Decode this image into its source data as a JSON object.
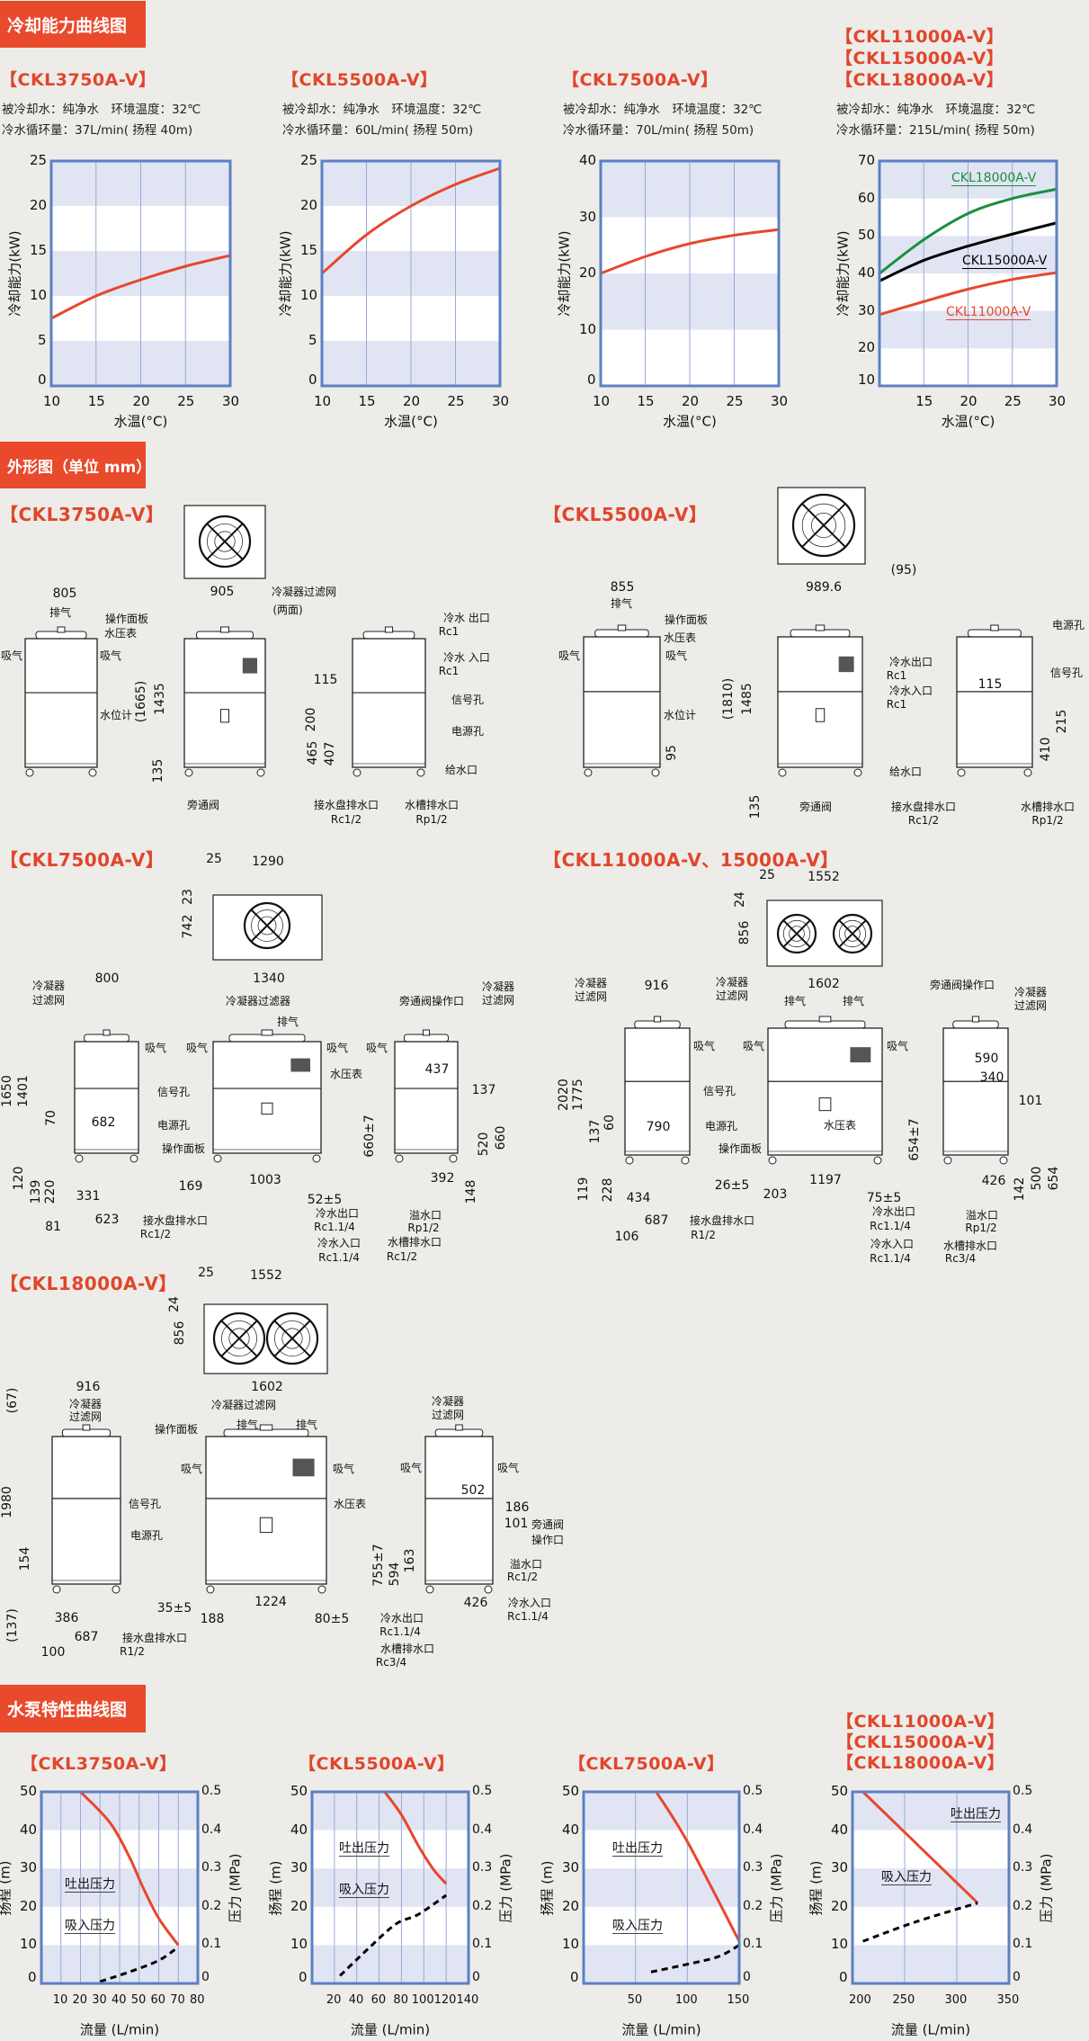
{
  "sections": {
    "cooling": "冷却能力曲线图",
    "outline": "外形图（单位 mm）",
    "pump": "水泵特性曲线图"
  },
  "cooling_specs": [
    [
      "被冷却水：纯净水　环境温度：32℃",
      "冷水循环量：37L/min( 扬程 40m)"
    ],
    [
      "被冷却水：纯净水　环境温度：32℃",
      "冷水循环量：60L/min( 扬程 50m)"
    ],
    [
      "被冷却水：纯净水　环境温度：32℃",
      "冷水循环量：70L/min( 扬程 50m)"
    ],
    [
      "被冷却水：纯净水　环境温度：32℃",
      "冷水循环量：215L/min( 扬程 50m)"
    ]
  ],
  "colors": {
    "accent": "#e84a2b",
    "curve_red": "#e8472d",
    "curve_green": "#1a8f3c",
    "curve_black": "#000000",
    "frame": "#5b80c4",
    "band": "#e1e5f3"
  },
  "drawings": [
    {
      "title": "【CKL3750A-V】",
      "labels": [
        "805",
        "排气",
        "操作面板",
        "水压表",
        "吸气",
        "吸气",
        "水位计",
        "905",
        "冷凝器过滤网",
        "(两面)",
        "(1665)",
        "1435",
        "135",
        "旁通阀",
        "冷水 出口",
        "Rc1",
        "冷水 入口",
        "Rc1",
        "115",
        "信号孔",
        "电源孔",
        "200",
        "465",
        "407",
        "给水口",
        "接水盘排水口",
        "Rc1/2",
        "水槽排水口",
        "Rp1/2"
      ]
    },
    {
      "title": "【CKL5500A-V】",
      "labels": [
        "855",
        "排气",
        "操作面板",
        "水压表",
        "吸气",
        "吸气",
        "水位计",
        "95",
        "989.6",
        "(1810)",
        "1485",
        "135",
        "旁通阀",
        "冷水出口",
        "Rc1",
        "冷水入口",
        "Rc1",
        "115",
        "电源孔",
        "信号孔",
        "215",
        "410",
        "给水口",
        "接水盘排水口",
        "Rc1/2",
        "水槽排水口",
        "Rp1/2",
        "(95)"
      ]
    },
    {
      "title": "【CKL7500A-V】",
      "labels": [
        "25",
        "1290",
        "23",
        "742",
        "冷凝器",
        "过滤网",
        "800",
        "吸气",
        "信号孔",
        "电源孔",
        "682",
        "1650",
        "1401",
        "70",
        "120",
        "139",
        "220",
        "331",
        "623",
        "81",
        "接水盘排水口",
        "Rc1/2",
        "1340",
        "冷凝器过滤器",
        "排气",
        "吸气",
        "吸气",
        "水压表",
        "操作面板",
        "169",
        "1003",
        "52±5",
        "旁通阀操作口",
        "冷凝器",
        "过滤网",
        "吸气",
        "437",
        "137",
        "660±7",
        "520",
        "660",
        "392",
        "148",
        "冷水出口",
        "Rc1.1/4",
        "冷水入口",
        "Rc1.1/4",
        "溢水口",
        "Rp1/2",
        "水槽排水口",
        "Rc1/2"
      ]
    },
    {
      "title": "【CKL11000A-V、15000A-V】",
      "labels": [
        "25",
        "1552",
        "24",
        "856",
        "冷凝器",
        "过滤网",
        "916",
        "吸气",
        "信号孔",
        "电源孔",
        "790",
        "2020",
        "1775",
        "137",
        "60",
        "119",
        "228",
        "434",
        "687",
        "106",
        "接水盘排水口",
        "R1/2",
        "冷凝器",
        "过滤网",
        "1602",
        "排气",
        "排气",
        "吸气",
        "吸气",
        "操作面板",
        "水压表",
        "26±5",
        "203",
        "1197",
        "75±5",
        "旁通阀操作口",
        "冷凝器",
        "过滤网",
        "590",
        "340",
        "101",
        "654±7",
        "142",
        "500",
        "654",
        "426",
        "冷水出口",
        "Rc1.1/4",
        "冷水入口",
        "Rc1.1/4",
        "溢水口",
        "Rp1/2",
        "水槽排水口",
        "Rc3/4"
      ]
    },
    {
      "title": "【CKL18000A-V】",
      "labels": [
        "25",
        "1552",
        "24",
        "856",
        "916",
        "冷凝器",
        "过滤网",
        "(67)",
        "1980",
        "154",
        "(137)",
        "信号孔",
        "电源孔",
        "386",
        "687",
        "100",
        "接水盘排水口",
        "R1/2",
        "1602",
        "冷凝器过滤网",
        "操作面板",
        "排气",
        "排气",
        "吸气",
        "吸气",
        "水压表",
        "35±5",
        "188",
        "1224",
        "80±5",
        "冷凝器",
        "过滤网",
        "吸气",
        "吸气",
        "502",
        "186",
        "101",
        "旁通阀",
        "操作口",
        "755±7",
        "594",
        "163",
        "溢水口",
        "Rc1/2",
        "426",
        "冷水入口",
        "Rc1.1/4",
        "冷水出口",
        "Rc1.1/4",
        "水槽排水口",
        "Rc3/4"
      ]
    }
  ],
  "chart_data": [
    {
      "type": "line",
      "titles": [
        "【CKL3750A-V】"
      ],
      "xlabel": "水温(°C)",
      "ylabel": "冷却能力(kW)",
      "xlim": [
        10,
        30
      ],
      "ylim": [
        0,
        25
      ],
      "xticks": [
        10,
        15,
        20,
        25,
        30
      ],
      "yticks": [
        0,
        5,
        10,
        15,
        20,
        25
      ],
      "grid": true,
      "series": [
        {
          "name": "CKL3750A-V",
          "color": "#e8472d",
          "x": [
            10,
            15,
            20,
            25,
            30
          ],
          "y": [
            7.5,
            10,
            11.8,
            13.3,
            14.5
          ]
        }
      ]
    },
    {
      "type": "line",
      "titles": [
        "【CKL5500A-V】"
      ],
      "xlabel": "水温(°C)",
      "ylabel": "冷却能力(kW)",
      "xlim": [
        10,
        30
      ],
      "ylim": [
        0,
        25
      ],
      "xticks": [
        10,
        15,
        20,
        25,
        30
      ],
      "yticks": [
        0,
        5,
        10,
        15,
        20,
        25
      ],
      "grid": true,
      "series": [
        {
          "name": "CKL5500A-V",
          "color": "#e8472d",
          "x": [
            10,
            15,
            20,
            25,
            30
          ],
          "y": [
            12.5,
            16.8,
            20,
            22.4,
            24.2
          ]
        }
      ]
    },
    {
      "type": "line",
      "titles": [
        "【CKL7500A-V】"
      ],
      "xlabel": "水温(°C)",
      "ylabel": "冷却能力(kW)",
      "xlim": [
        10,
        30
      ],
      "ylim": [
        0,
        40
      ],
      "xticks": [
        10,
        15,
        20,
        25,
        30
      ],
      "yticks": [
        0,
        10,
        20,
        30,
        40
      ],
      "grid": true,
      "series": [
        {
          "name": "CKL7500A-V",
          "color": "#e8472d",
          "x": [
            10,
            15,
            20,
            25,
            30
          ],
          "y": [
            20,
            23,
            25.3,
            26.8,
            27.8
          ]
        }
      ]
    },
    {
      "type": "line",
      "titles": [
        "【CKL11000A-V】",
        "【CKL15000A-V】",
        "【CKL18000A-V】"
      ],
      "xlabel": "水温(°C)",
      "ylabel": "冷却能力(kW)",
      "xlim": [
        10,
        30
      ],
      "ylim": [
        10,
        70
      ],
      "xticks": [
        15,
        20,
        25,
        30
      ],
      "yticks": [
        10,
        20,
        30,
        40,
        50,
        60,
        70
      ],
      "grid": true,
      "legend": "inline",
      "series": [
        {
          "name": "CKL18000A-V",
          "color": "#1a8f3c",
          "x": [
            10,
            15,
            20,
            25,
            30
          ],
          "y": [
            40,
            49,
            56,
            60,
            62.5
          ],
          "labeled": true
        },
        {
          "name": "CKL15000A-V",
          "color": "#000000",
          "x": [
            10,
            15,
            20,
            25,
            30
          ],
          "y": [
            38,
            43.5,
            47.3,
            50.5,
            53.5
          ],
          "labeled": true
        },
        {
          "name": "CKL11000A-V",
          "color": "#e8472d",
          "x": [
            10,
            15,
            20,
            25,
            30
          ],
          "y": [
            29,
            32.5,
            35.8,
            38.4,
            40.2
          ],
          "labeled": true
        }
      ]
    },
    {
      "type": "line",
      "titles": [
        "【CKL3750A-V】"
      ],
      "xlabel": "流量 (L/min)",
      "ylabel": "扬程 (m)",
      "y2label": "压力 (MPa)",
      "xlim": [
        0,
        80
      ],
      "ylim": [
        0,
        50
      ],
      "y2lim": [
        0,
        0.5
      ],
      "xticks": [
        10,
        20,
        30,
        40,
        50,
        60,
        70,
        80
      ],
      "yticks": [
        0,
        10,
        20,
        30,
        40,
        50
      ],
      "y2ticks": [
        0,
        0.1,
        0.2,
        0.3,
        0.4,
        0.5
      ],
      "grid": true,
      "series": [
        {
          "name": "吐出压力",
          "color": "#e8472d",
          "x": [
            20,
            35,
            45,
            52,
            60,
            70
          ],
          "y": [
            50,
            42,
            33,
            25,
            17,
            10
          ]
        },
        {
          "name": "吸入压力",
          "color": "#000000",
          "dashed": true,
          "x": [
            30,
            45,
            60,
            70
          ],
          "y": [
            0.5,
            3,
            6,
            9.5
          ]
        }
      ]
    },
    {
      "type": "line",
      "titles": [
        "【CKL5500A-V】"
      ],
      "xlabel": "流量 (L/min)",
      "ylabel": "扬程 (m)",
      "y2label": "压力 (MPa)",
      "xlim": [
        0,
        140
      ],
      "ylim": [
        0,
        50
      ],
      "y2lim": [
        0,
        0.5
      ],
      "xticks": [
        20,
        40,
        60,
        80,
        100,
        120,
        140
      ],
      "yticks": [
        0,
        10,
        20,
        30,
        40,
        50
      ],
      "y2ticks": [
        0,
        0.1,
        0.2,
        0.3,
        0.4,
        0.5
      ],
      "grid": true,
      "series": [
        {
          "name": "吐出压力",
          "color": "#e8472d",
          "x": [
            65,
            80,
            95,
            108,
            120
          ],
          "y": [
            50,
            44,
            36,
            30,
            26
          ]
        },
        {
          "name": "吸入压力",
          "color": "#000000",
          "dashed": true,
          "x": [
            25,
            50,
            75,
            95,
            120
          ],
          "y": [
            2,
            9,
            15.5,
            18,
            23
          ]
        }
      ]
    },
    {
      "type": "line",
      "titles": [
        "【CKL7500A-V】"
      ],
      "xlabel": "流量 (L/min)",
      "ylabel": "扬程 (m)",
      "y2label": "压力 (MPa)",
      "xlim": [
        0,
        150
      ],
      "ylim": [
        0,
        50
      ],
      "y2lim": [
        0,
        0.5
      ],
      "xticks": [
        50,
        100,
        150
      ],
      "yticks": [
        0,
        10,
        20,
        30,
        40,
        50
      ],
      "y2ticks": [
        0,
        0.1,
        0.2,
        0.3,
        0.4,
        0.5
      ],
      "grid": true,
      "series": [
        {
          "name": "吐出压力",
          "color": "#e8472d",
          "x": [
            70,
            100,
            150
          ],
          "y": [
            50,
            37,
            11
          ]
        },
        {
          "name": "吸入压力",
          "color": "#000000",
          "dashed": true,
          "x": [
            65,
            100,
            130,
            150
          ],
          "y": [
            3,
            5,
            7,
            10
          ]
        }
      ]
    },
    {
      "type": "line",
      "titles": [
        "【CKL11000A-V】",
        "【CKL15000A-V】",
        "【CKL18000A-V】"
      ],
      "xlabel": "流量 (L/min)",
      "ylabel": "扬程 (m)",
      "y2label": "压力 (MPa)",
      "xlim": [
        200,
        350
      ],
      "ylim": [
        0,
        50
      ],
      "y2lim": [
        0,
        0.5
      ],
      "xticks": [
        200,
        250,
        300,
        350
      ],
      "yticks": [
        0,
        10,
        20,
        30,
        40,
        50
      ],
      "y2ticks": [
        0,
        0.1,
        0.2,
        0.3,
        0.4,
        0.5
      ],
      "grid": true,
      "series": [
        {
          "name": "吐出压力",
          "color": "#e8472d",
          "x": [
            210,
            320
          ],
          "y": [
            50,
            21
          ]
        },
        {
          "name": "吸入压力",
          "color": "#000000",
          "dashed": true,
          "x": [
            210,
            260,
            320
          ],
          "y": [
            11,
            16,
            21
          ]
        }
      ]
    }
  ]
}
